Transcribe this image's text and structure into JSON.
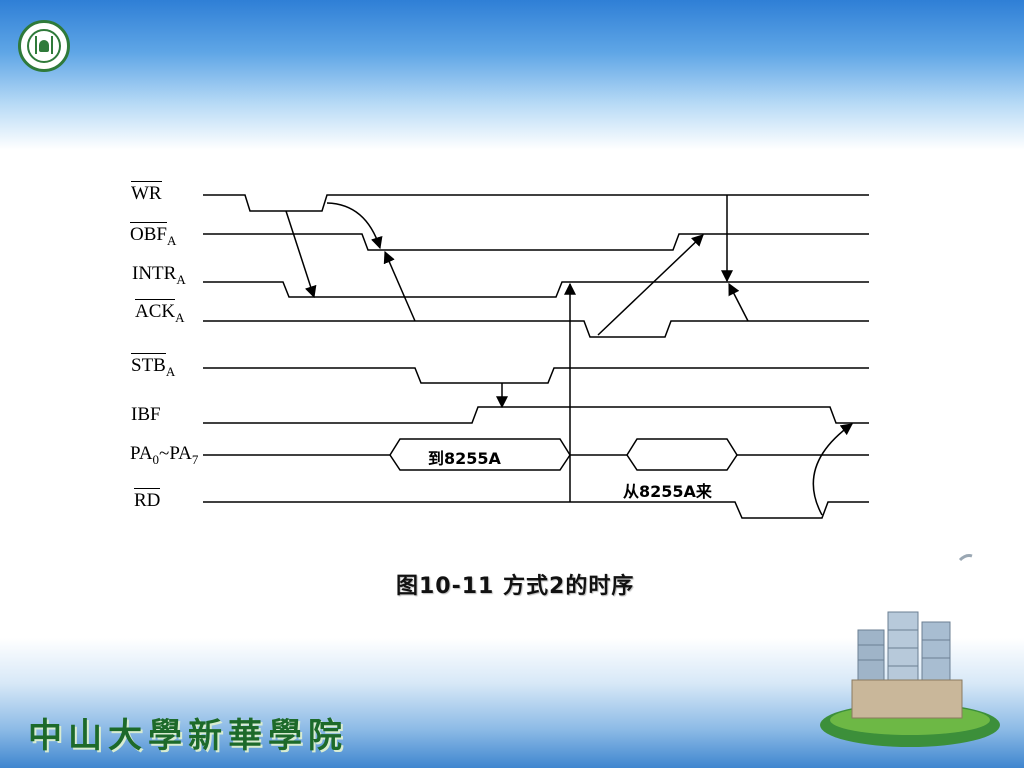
{
  "school_name": "中山大學新華學院",
  "caption": "图10-11  方式2的时序",
  "signals": {
    "wr": "WR",
    "obf": "OBF",
    "obf_sub": "A",
    "intr": "INTR",
    "intr_sub": "A",
    "ack": "ACK",
    "ack_sub": "A",
    "stb": "STB",
    "stb_sub": "A",
    "ibf": "IBF",
    "pa_main": "PA",
    "pa_sub0": "0",
    "pa_tilde": "~PA",
    "pa_sub7": "7",
    "rd": "RD"
  },
  "bus_labels": {
    "to_8255": "到8255A",
    "from_8255": "从8255A来"
  },
  "colors": {
    "header_blue": "#2f7fd6",
    "school_green": "#1d6a2a"
  },
  "icons": {
    "logo": "university-seal-icon",
    "building": "campus-building-icon"
  }
}
